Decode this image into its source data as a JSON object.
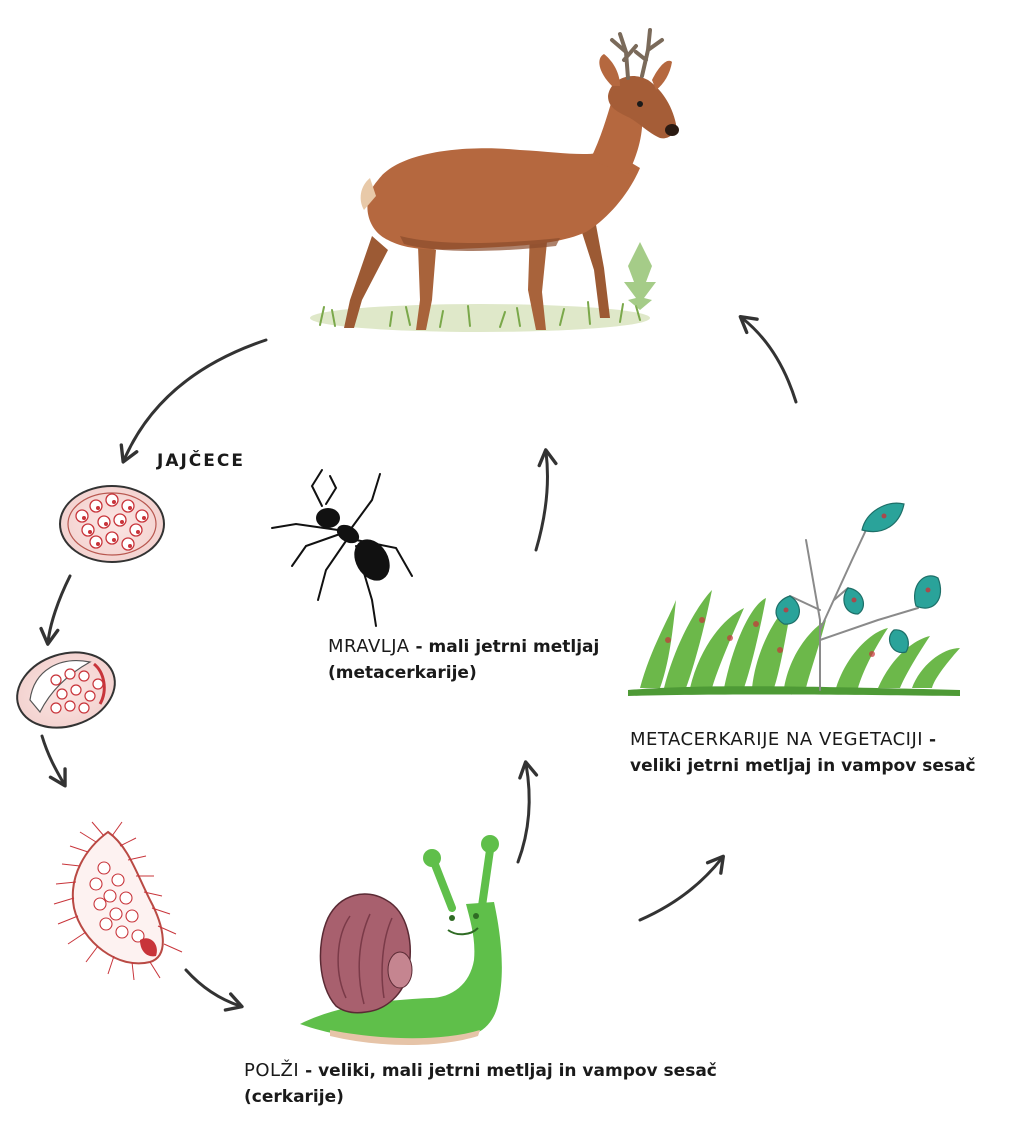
{
  "labels": {
    "eggs": "JAJČECE",
    "ant": {
      "head": "MRAVLJA",
      "rest": " - mali jetrni metljaj",
      "line2": "(metacerkarije)"
    },
    "vegetation": {
      "head": "METACERKARIJE NA VEGETACIJI",
      "rest": " -",
      "line2": "veliki jetrni metljaj in vampov sesač"
    },
    "snails": {
      "head": "POLŽI",
      "rest": " - veliki, mali jetrni metljaj in vampov sesač",
      "line2": "(cerkarije)"
    }
  },
  "colors": {
    "deer": "#b5683f",
    "egg_red": "#c8343a",
    "snail_green": "#5fbf4a",
    "snail_shell": "#a8606e",
    "grass": "#6cb84a",
    "leaf_teal": "#2aa39a",
    "arrow": "#333333",
    "ant": "#111111"
  }
}
